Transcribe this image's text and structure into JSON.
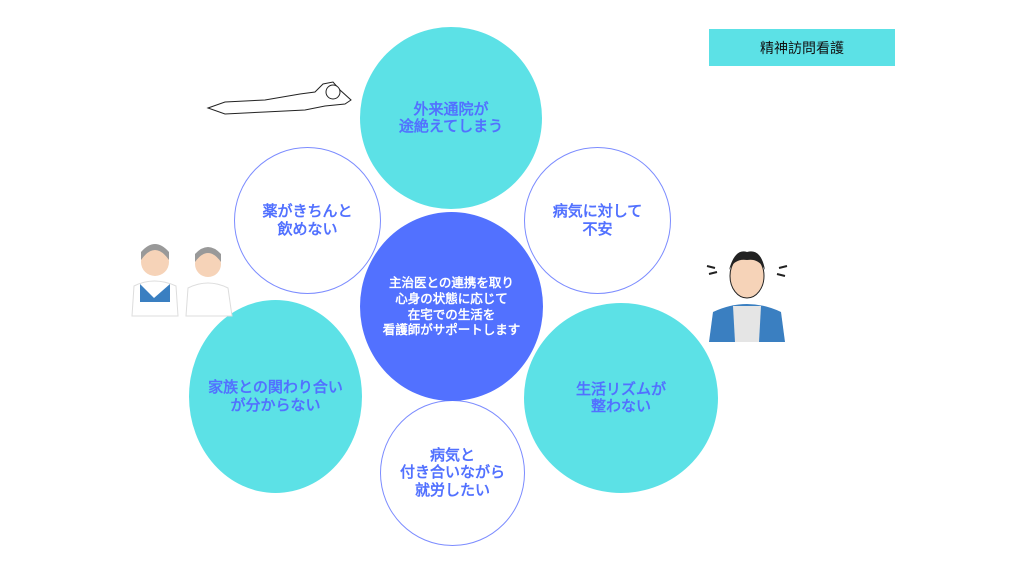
{
  "tag": "精神訪問看護",
  "center": "主治医との連携を取り\n心身の状態に応じて\n在宅での生活を\n看護師がサポートします",
  "circles": {
    "top": "外来通院が\n途絶えてしまう",
    "upper_left": "薬がきちんと\n飲めない",
    "upper_right": "病気に対して\n不安",
    "lower_left": "家族との関わり合い\nが分からない",
    "lower_right": "生活リズムが\n整わない",
    "bottom": "病気と\n付き合いながら\n就労したい"
  },
  "colors": {
    "cyan": "#5ce1e6",
    "blue": "#5271ff"
  }
}
